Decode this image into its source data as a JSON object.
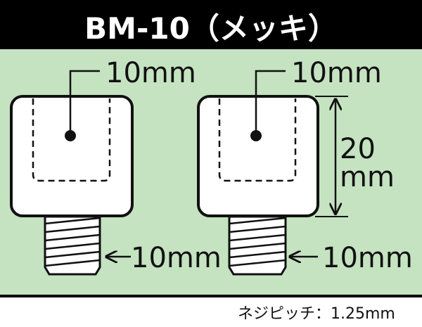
{
  "title": "BM-10（メッキ）",
  "colors": {
    "header_bg": "#000000",
    "panel_bg": "#c5e3c1",
    "ink": "#111111"
  },
  "left_part": {
    "hole_label": "10mm",
    "thread_label": "10mm"
  },
  "right_part": {
    "hole_label": "10mm",
    "thread_label": "10mm",
    "height_value": "20",
    "height_unit": "mm"
  },
  "footer": {
    "thread_pitch": "ネジピッチ：1.25mm"
  }
}
